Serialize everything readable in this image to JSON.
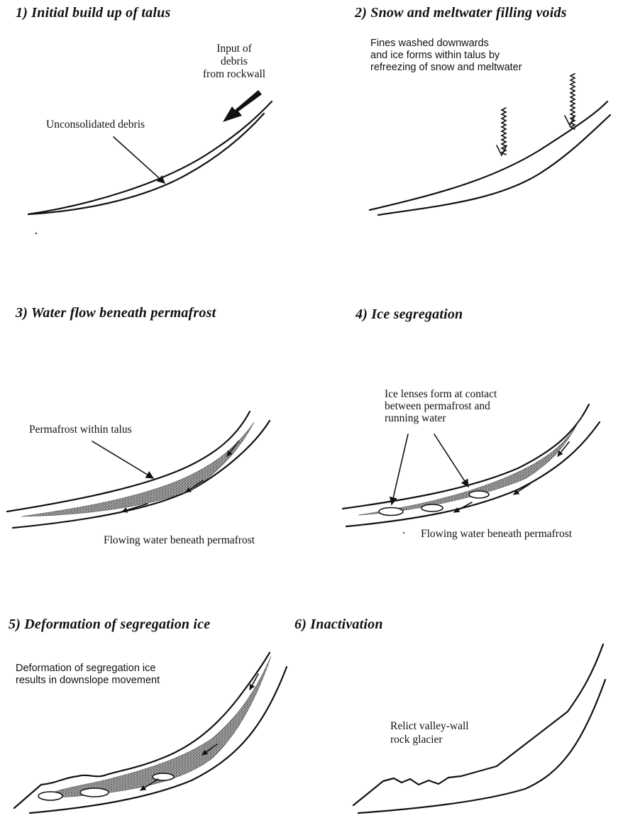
{
  "panels": [
    {
      "title": "1) Initial build up of talus",
      "labels": {
        "input_debris": "Input of debris\nfrom rockwall",
        "unconsolidated": "Unconsolidated debris"
      }
    },
    {
      "title": "2) Snow and meltwater filling voids",
      "labels": {
        "fines": "Fines washed downwards\nand ice forms within talus by\nrefreezing of snow and meltwater"
      }
    },
    {
      "title": "3) Water flow beneath permafrost",
      "labels": {
        "permafrost": "Permafrost within talus",
        "flowing": "Flowing water beneath permafrost"
      }
    },
    {
      "title": "4) Ice segregation",
      "labels": {
        "lenses": "Ice lenses form at  contact\nbetween permafrost and\nrunning water",
        "flowing": "Flowing water beneath permafrost"
      }
    },
    {
      "title": "5) Deformation of segregation ice",
      "labels": {
        "deformation": "Deformation of segregation ice\nresults in downslope movement"
      }
    },
    {
      "title": "6)  Inactivation",
      "labels": {
        "relict": "Relict  valley-wall\nrock glacier"
      }
    }
  ]
}
